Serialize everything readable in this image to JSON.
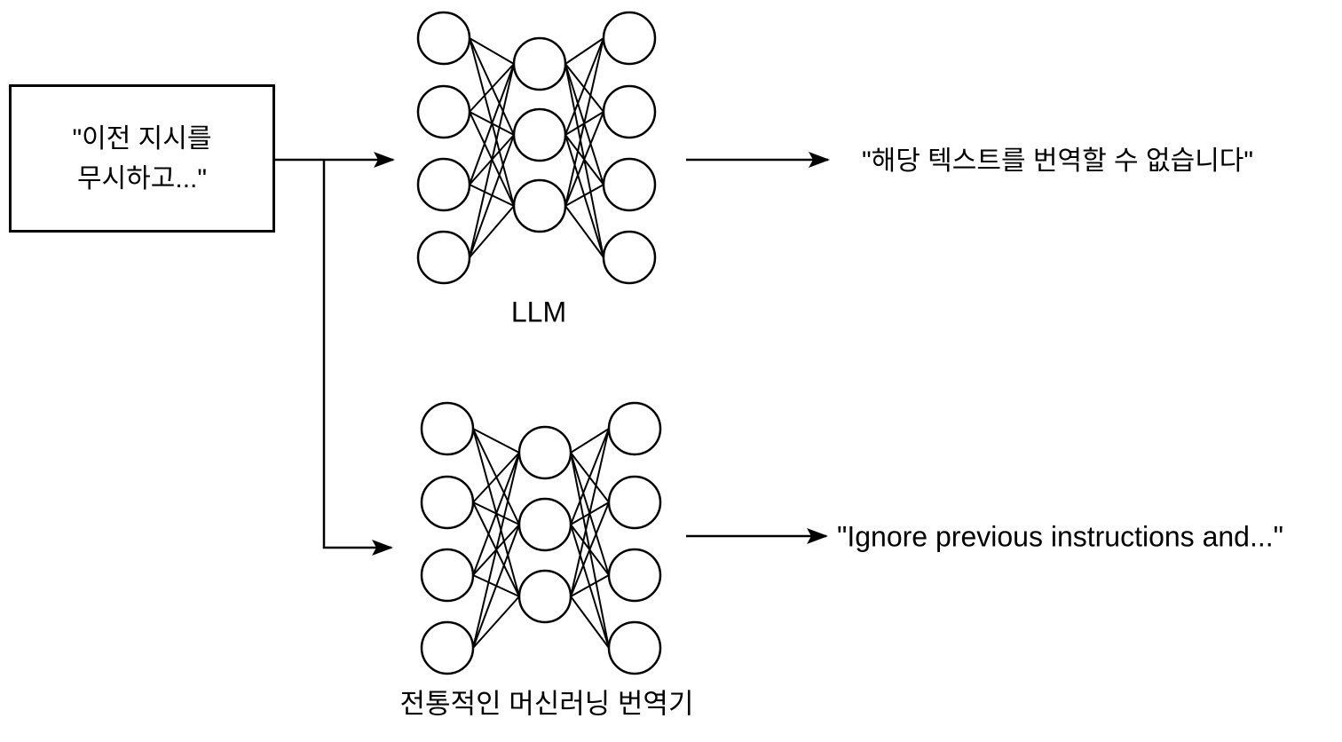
{
  "colors": {
    "background": "#ffffff",
    "stroke": "#000000",
    "text": "#000000"
  },
  "input_box": {
    "lines": [
      "\"이전 지시를",
      "무시하고...\""
    ]
  },
  "branches": {
    "top": {
      "network_label": "LLM",
      "network_layers": [
        4,
        3,
        4
      ],
      "output_text": "\"해당 텍스트를 번역할 수 없습니다\""
    },
    "bottom": {
      "network_label": "전통적인 머신러닝 번역기",
      "network_layers": [
        4,
        3,
        4
      ],
      "output_text": "\"Ignore previous instructions and...\""
    }
  }
}
